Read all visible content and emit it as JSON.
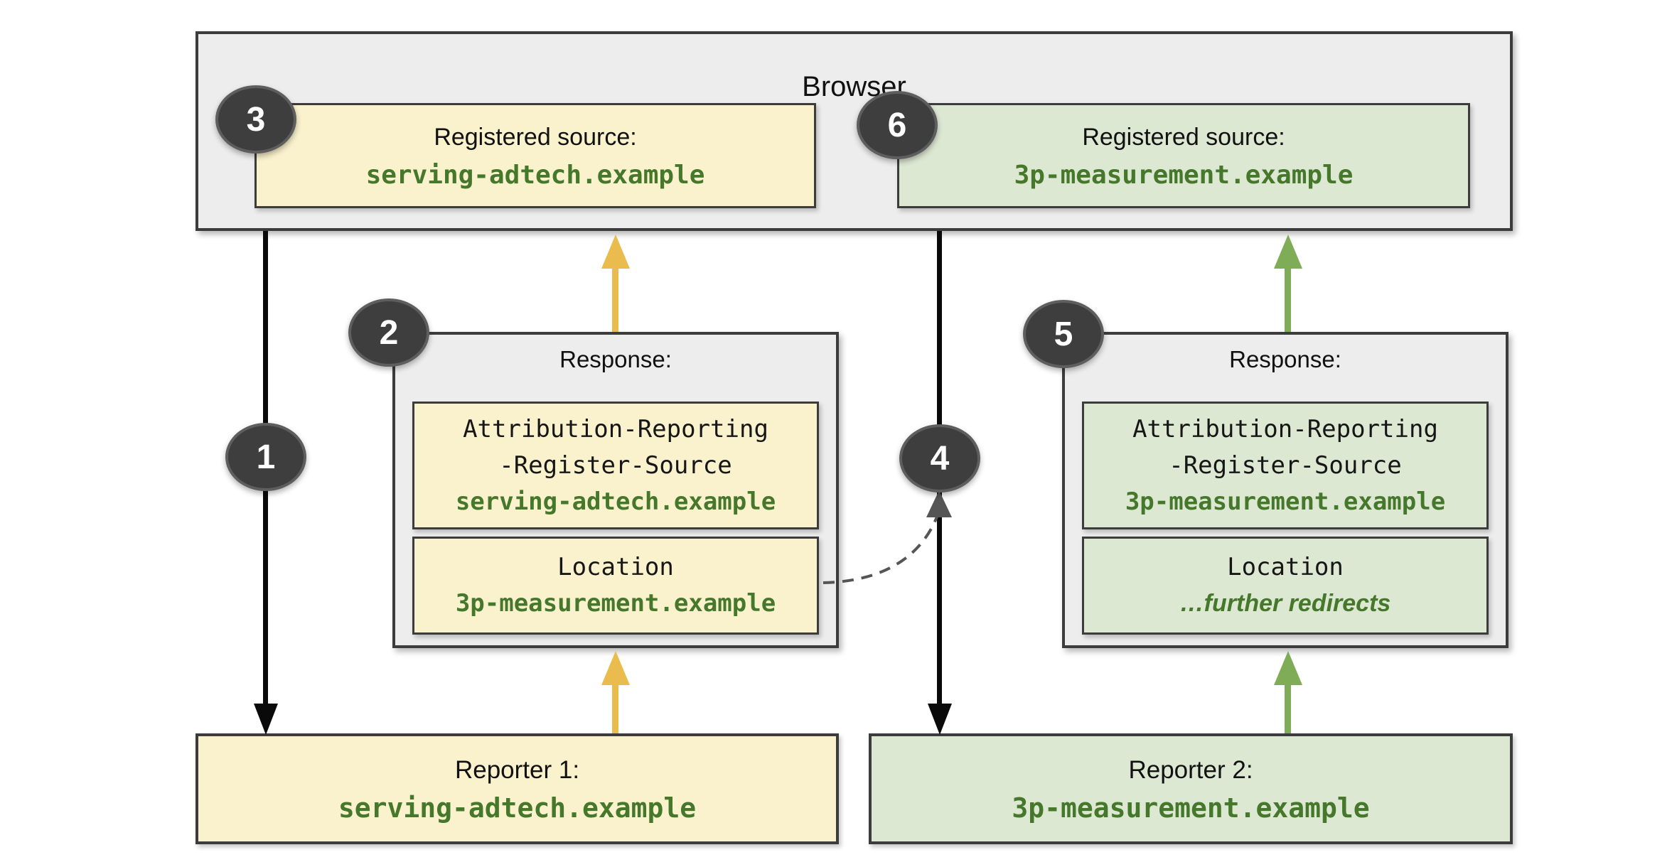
{
  "browser": {
    "title": "Browser"
  },
  "registered_sources": [
    {
      "badge": "3",
      "label": "Registered source:",
      "domain": "serving-adtech.example"
    },
    {
      "badge": "6",
      "label": "Registered source:",
      "domain": "3p-measurement.example"
    }
  ],
  "responses": [
    {
      "badge": "2",
      "title": "Response:",
      "header_line1": "Attribution-Reporting",
      "header_line2": "-Register-Source",
      "header_value": "serving-adtech.example",
      "location_label": "Location",
      "location_value": "3p-measurement.example"
    },
    {
      "badge": "5",
      "title": "Response:",
      "header_line1": "Attribution-Reporting",
      "header_line2": "-Register-Source",
      "header_value": "3p-measurement.example",
      "location_label": "Location",
      "location_value": "…further redirects"
    }
  ],
  "reporters": [
    {
      "label": "Reporter 1:",
      "domain": "serving-adtech.example"
    },
    {
      "label": "Reporter 2:",
      "domain": "3p-measurement.example"
    }
  ],
  "flow_badges": {
    "step1": "1",
    "step4": "4"
  },
  "colors": {
    "yellow_fill": "#faf1cd",
    "green_fill": "#dde8d3",
    "panel_fill": "#ededed",
    "border": "#3c3c3c",
    "green_text": "#46782c",
    "yellow_arrow": "#e9bc4d",
    "green_arrow": "#7eac57",
    "black_arrow": "#0a0a0a",
    "badge_fill": "#3e3e3e",
    "dashed_arrow": "#555555"
  }
}
